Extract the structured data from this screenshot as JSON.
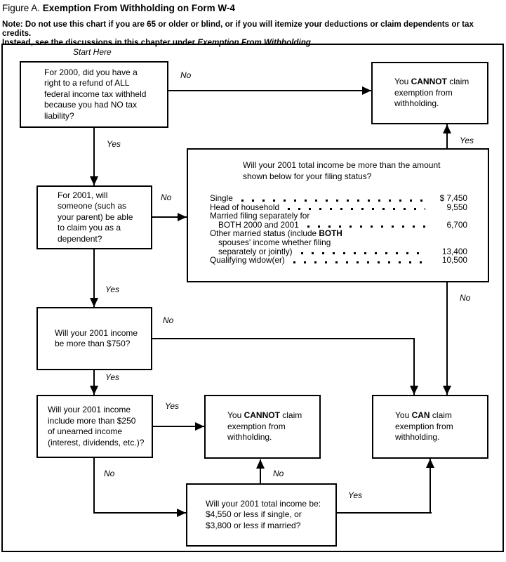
{
  "colors": {
    "ink": "#000000",
    "background": "#ffffff"
  },
  "header": {
    "figure_prefix": "Figure A.",
    "figure_title": "Exemption From Withholding on Form W-4",
    "note_line1": "Note: Do not use this chart if you are 65 or older or blind, or if you will itemize your deductions or claim dependents or tax credits.",
    "note_line2_pre": "Instead, see the discussions in this chapter under ",
    "note_line2_italic": "Exemption From Withholding",
    "note_line2_end": "."
  },
  "flow": {
    "start_label": "Start Here",
    "boxes": {
      "refund": {
        "lines": [
          "For 2000, did you have a",
          "right to a refund of ALL",
          "federal income tax withheld",
          "because you had NO tax",
          "liability?"
        ]
      },
      "cannot_top": {
        "pre": "You ",
        "bold": "CANNOT",
        "post": " claim exemption from withholding."
      },
      "dependent": {
        "lines": [
          "For 2001, will",
          "someone (such as",
          "your parent) be able",
          "to claim you as a",
          "dependent?"
        ]
      },
      "income750": {
        "lines": [
          "Will your 2001 income",
          "be more than $750?"
        ]
      },
      "unearned": {
        "lines": [
          "Will your 2001 income",
          "include more than $250",
          "of unearned income",
          "(interest, dividends, etc.)?"
        ]
      },
      "cannot_mid": {
        "pre": "You ",
        "bold": "CANNOT",
        "post": " claim exemption from withholding."
      },
      "can": {
        "pre": "You ",
        "bold": "CAN",
        "post": " claim exemption from withholding."
      },
      "total_income": {
        "lines": [
          "Will your 2001 total income be:",
          "$4,550 or less if single, or",
          "$3,800 or less if married?"
        ]
      },
      "table": {
        "question": [
          "Will your 2001 total income be more than the amount",
          "shown below for your filing status?"
        ],
        "rows": [
          {
            "label": "Single",
            "amount": "$ 7,450"
          },
          {
            "label": "Head of household",
            "amount": "9,550"
          },
          {
            "label": "Married filing separately for",
            "amount": ""
          },
          {
            "label": "BOTH 2000 and 2001",
            "amount": "6,700"
          },
          {
            "label": "Other married status (include ",
            "bold": "BOTH",
            "amount": ""
          },
          {
            "label": "spouses' income whether filing",
            "amount": ""
          },
          {
            "label": "separately or jointly)",
            "amount": "13,400"
          },
          {
            "label": "Qualifying widow(er)",
            "amount": "10,500"
          }
        ]
      }
    },
    "labels": {
      "refund_no": "No",
      "refund_yes": "Yes",
      "table_yes": "Yes",
      "table_no": "No",
      "dependent_no": "No",
      "dependent_yes": "Yes",
      "income750_no": "No",
      "income750_yes": "Yes",
      "unearned_yes": "Yes",
      "unearned_no": "No",
      "total_no": "No",
      "total_yes": "Yes"
    }
  }
}
